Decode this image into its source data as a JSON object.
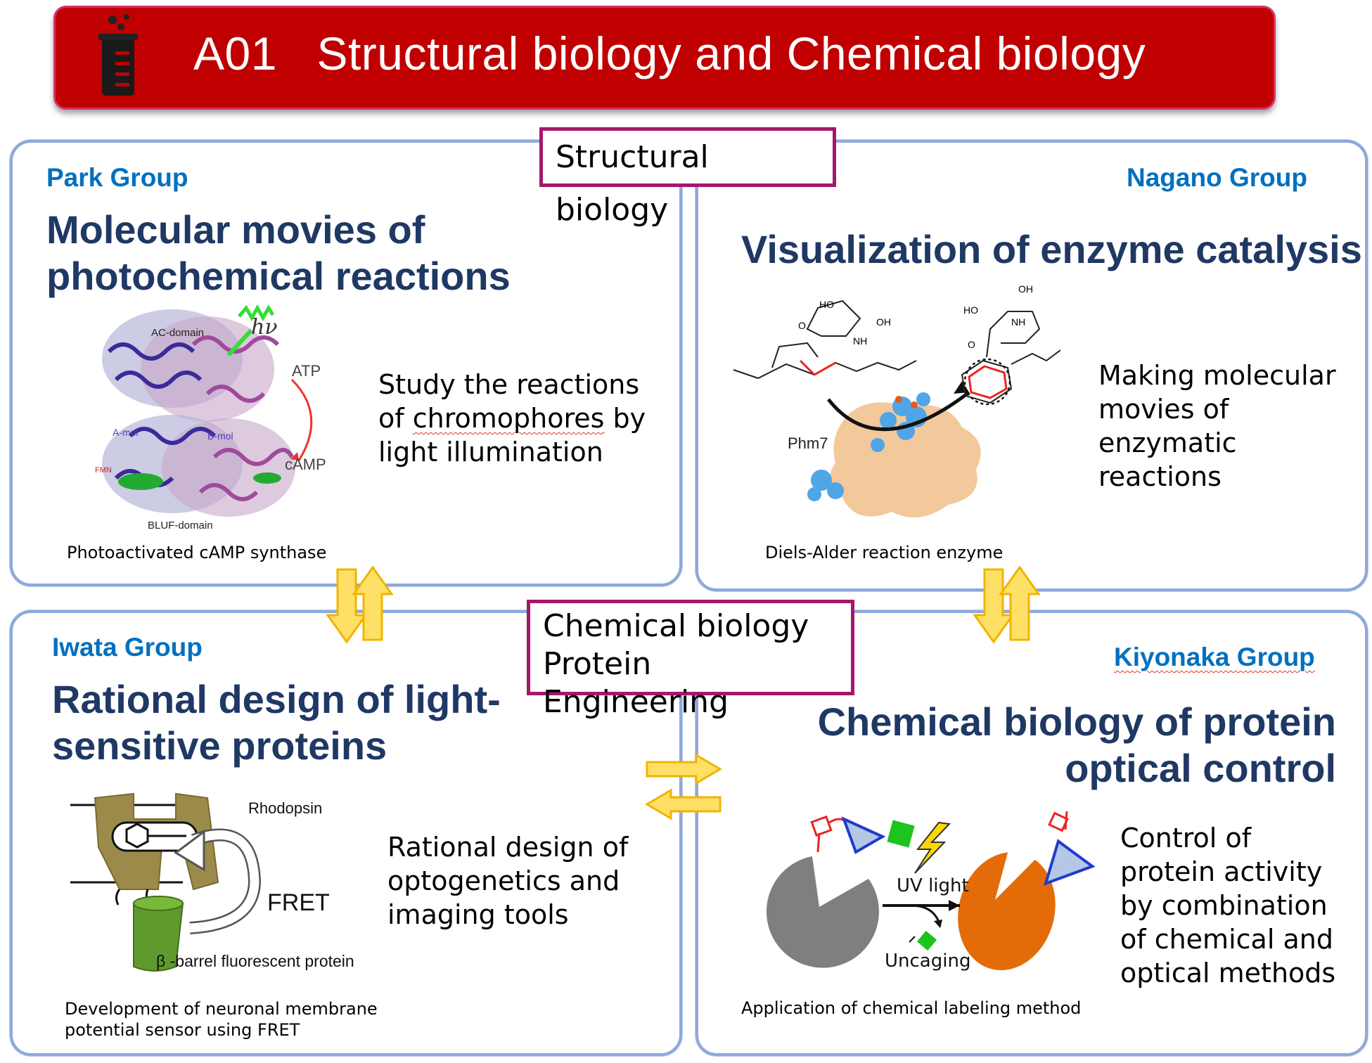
{
  "banner": {
    "title": "A01   Structural biology and Chemical biology",
    "icon": "beaker-icon"
  },
  "categories": {
    "structural": "Structural biology",
    "chemical_line1": "Chemical biology",
    "chemical_line2": "Protein Engineering"
  },
  "panels": {
    "park": {
      "group": "Park Group",
      "headline_line1": "Molecular movies of",
      "headline_line2": "photochemical reactions",
      "desc_line1": "Study the reactions",
      "desc_line2a": "of ",
      "desc_line2b": "chromophores",
      "desc_line2c": " by",
      "desc_line3": "light illumination",
      "caption": "Photoactivated cAMP synthase",
      "labels": {
        "ac_domain": "AC-domain",
        "hv": "hν",
        "atp": "ATP",
        "camp": "cAMP",
        "a_mol": "A-mol",
        "b_mol": "B-mol",
        "fmn": "FMN",
        "bluf": "BLUF-domain"
      }
    },
    "nagano": {
      "group": "Nagano Group",
      "headline": "Visualization of enzyme catalysis",
      "desc_line1": "Making molecular",
      "desc_line2": "movies of",
      "desc_line3": "enzymatic",
      "desc_line4": "reactions",
      "caption": "Diels-Alder reaction enzyme",
      "labels": {
        "enzyme": "Phm7",
        "ho1": "HO",
        "oh1": "OH",
        "nh1": "NH",
        "o1": "O",
        "ho2": "HO",
        "oh2": "OH",
        "nh2": "NH",
        "o2": "O"
      }
    },
    "iwata": {
      "group": "Iwata Group",
      "headline_line1": "Rational design of light-",
      "headline_line2": "sensitive proteins",
      "desc_line1": "Rational design of",
      "desc_line2": "optogenetics and",
      "desc_line3": "imaging tools",
      "caption_line1": "Development of neuronal membrane",
      "caption_line2": "potential sensor using FRET",
      "labels": {
        "rhodopsin": "Rhodopsin",
        "fret": "FRET",
        "barrel": "β -barrel fluorescent protein"
      }
    },
    "kiyonaka": {
      "group": "Kiyonaka Group",
      "headline_line1": "Chemical biology of protein",
      "headline_line2": "optical control",
      "desc_line1": "Control of",
      "desc_line2": "protein activity",
      "desc_line3": "by combination",
      "desc_line4": "of  chemical and",
      "desc_line5": "optical methods",
      "caption": "Application of chemical labeling method",
      "labels": {
        "uv": "UV light",
        "uncaging": "Uncaging"
      }
    }
  },
  "colors": {
    "banner": "#c00000",
    "panel_border": "#8ea9db",
    "category_border": "#a6176b",
    "group_text": "#0070c0",
    "headline_text": "#1f3864",
    "arrow_fill": "#ffe066",
    "arrow_stroke": "#f0b400"
  }
}
